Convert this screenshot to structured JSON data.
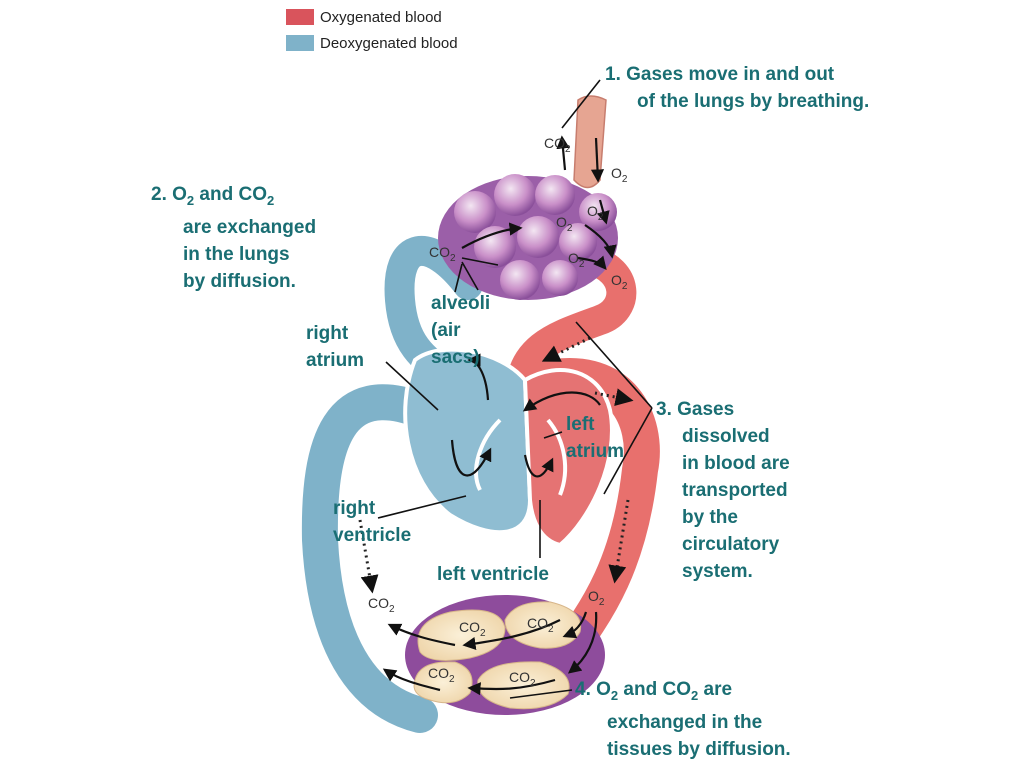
{
  "legend": {
    "oxy_label": "Oxygenated blood",
    "deoxy_label": "Deoxygenated blood",
    "oxy_color": "#d9545c",
    "deoxy_color": "#7fb2c9"
  },
  "steps": {
    "s1": {
      "line1": "1. Gases move in and out",
      "line2": "of the lungs by breathing."
    },
    "s2": {
      "num": "2. O",
      "sub1": "2",
      "mid": " and CO",
      "sub2": "2",
      "line2": "are exchanged",
      "line3": "in the lungs",
      "line4": "by diffusion."
    },
    "s3": {
      "line1": "3. Gases",
      "line2": "dissolved",
      "line3": "in blood are",
      "line4": "transported",
      "line5": "by the",
      "line6": "circulatory",
      "line7": "system."
    },
    "s4": {
      "num": "4. O",
      "sub1": "2",
      "mid": " and CO",
      "sub2": "2",
      "tail": " are",
      "line2": "exchanged in the",
      "line3": "tissues by diffusion."
    }
  },
  "labels": {
    "alveoli": [
      "alveoli",
      "(air",
      "sacs)"
    ],
    "right_atrium": [
      "right",
      "atrium"
    ],
    "left_atrium": [
      "left",
      "atrium"
    ],
    "right_ventricle": [
      "right",
      "ventricle"
    ],
    "left_ventricle": "left ventricle"
  },
  "gases": {
    "co2_base": "CO",
    "o2_base": "O",
    "sub": "2"
  }
}
